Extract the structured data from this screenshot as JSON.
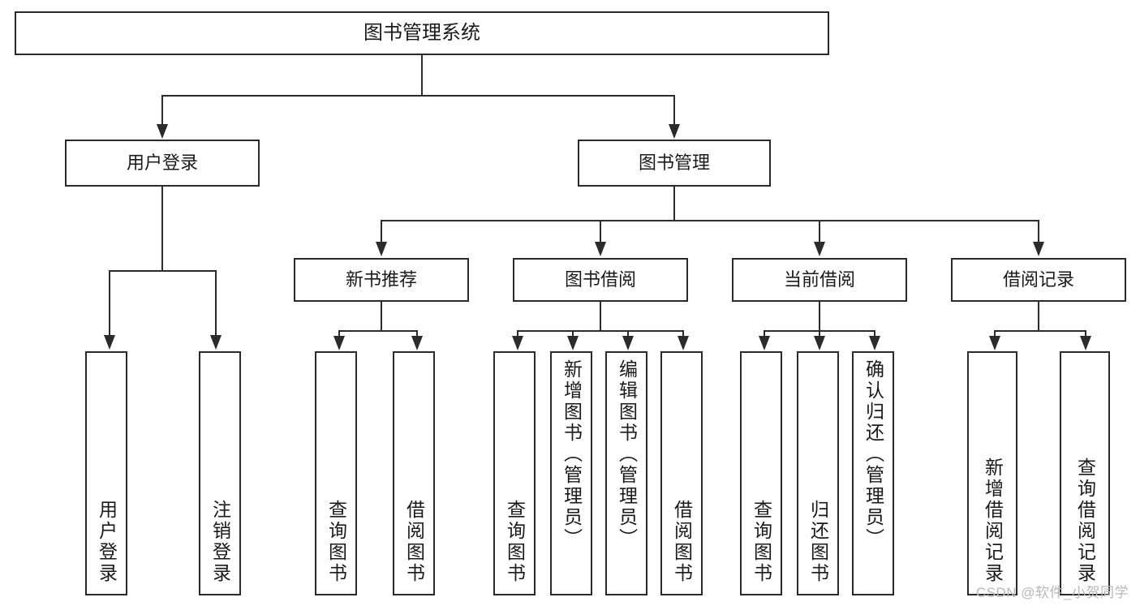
{
  "diagram": {
    "type": "tree",
    "title": "图书管理系统",
    "root": {
      "id": "root",
      "label": "图书管理系统"
    },
    "level2": [
      {
        "id": "user-login",
        "label": "用户登录"
      },
      {
        "id": "book-mgmt",
        "label": "图书管理"
      }
    ],
    "level3": [
      {
        "id": "new-book-recommend",
        "label": "新书推荐",
        "parent": "book-mgmt"
      },
      {
        "id": "book-borrow",
        "label": "图书借阅",
        "parent": "book-mgmt"
      },
      {
        "id": "current-borrow",
        "label": "当前借阅",
        "parent": "book-mgmt"
      },
      {
        "id": "borrow-record",
        "label": "借阅记录",
        "parent": "book-mgmt"
      }
    ],
    "leaves": [
      {
        "id": "leaf-user-login",
        "label": "用户登录",
        "parent": "user-login"
      },
      {
        "id": "leaf-user-logout",
        "label": "注销登录",
        "parent": "user-login"
      },
      {
        "id": "leaf-query-book-1",
        "label": "查询图书",
        "parent": "new-book-recommend"
      },
      {
        "id": "leaf-borrow-book-1",
        "label": "借阅图书",
        "parent": "new-book-recommend"
      },
      {
        "id": "leaf-query-book-2",
        "label": "查询图书",
        "parent": "book-borrow"
      },
      {
        "id": "leaf-add-book",
        "label": "新增图书（管理员）",
        "parent": "book-borrow"
      },
      {
        "id": "leaf-edit-book",
        "label": "编辑图书（管理员）",
        "parent": "book-borrow"
      },
      {
        "id": "leaf-borrow-book-2",
        "label": "借阅图书",
        "parent": "book-borrow"
      },
      {
        "id": "leaf-query-book-3",
        "label": "查询图书",
        "parent": "current-borrow"
      },
      {
        "id": "leaf-return-book",
        "label": "归还图书",
        "parent": "current-borrow"
      },
      {
        "id": "leaf-confirm-return",
        "label": "确认归还（管理员）",
        "parent": "current-borrow"
      },
      {
        "id": "leaf-add-record",
        "label": "新增借阅记录",
        "parent": "borrow-record"
      },
      {
        "id": "leaf-query-record",
        "label": "查询借阅记录",
        "parent": "borrow-record"
      }
    ],
    "colors": {
      "stroke": "#2b2b2b",
      "fill": "#ffffff",
      "text": "#1a1a1a",
      "watermark": "#b8b8b8"
    }
  },
  "watermark": {
    "text": "CSDN @软件_小贺同学"
  }
}
